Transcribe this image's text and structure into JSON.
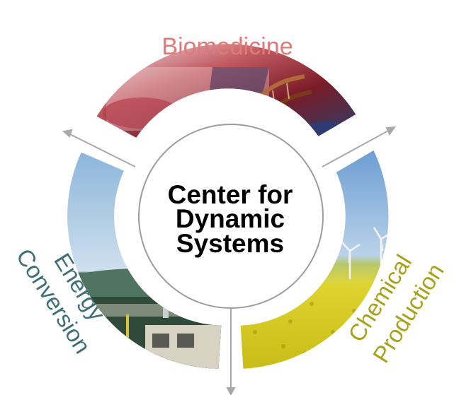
{
  "center": {
    "line1": "Center for",
    "line2": "Dynamic",
    "line3": "Systems"
  },
  "segments": {
    "top": {
      "label": "Biomedicine",
      "color": "#e07a78"
    },
    "left": {
      "line1": "Energy",
      "line2": "Conversion",
      "color": "#3f6f78"
    },
    "right": {
      "line1": "Chemical",
      "line2": "Production",
      "color": "#a8a21a"
    }
  }
}
